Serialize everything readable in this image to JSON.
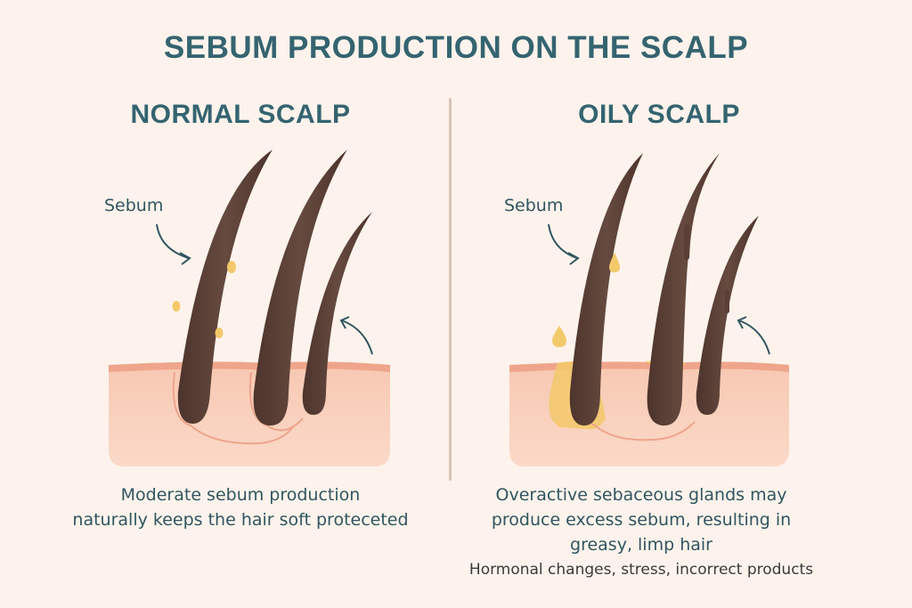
{
  "title": "SEBUM PRODUCTION ON THE SCALP",
  "panels": {
    "normal": {
      "heading": "NORMAL SCALP",
      "sebum_label": "Sebum",
      "caption_line1": "Moderate sebum production",
      "caption_line2": "naturally keeps the hair soft proteceted"
    },
    "oily": {
      "heading": "OILY SCALP",
      "sebum_label": "Sebum",
      "caption_line1": "Overactive sebaceous glands may",
      "caption_line2": "produce excess sebum, resulting in",
      "caption_line3": "greasy, limp hair",
      "causes_note": "Hormonal changes, stress, incorrect products"
    }
  },
  "colors": {
    "background": "#fdf3ec",
    "heading": "#346470",
    "hair": "#5a3f36",
    "skin": "#f8cdb8",
    "skin_top": "#f0a58d",
    "sebum": "#f3c96a",
    "arrow": "#2f5660"
  }
}
